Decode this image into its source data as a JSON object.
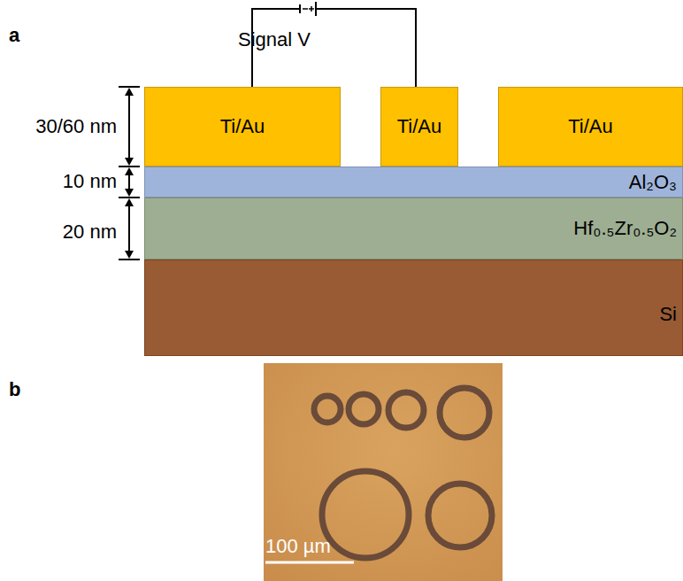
{
  "diagram": {
    "nodes": [
      {
        "text": [
          "Ti/Au"
        ]
      },
      {
        "text": [
          "Ti/Au"
        ]
      },
      {
        "text": [
          "Ti/Au"
        ]
      },
      {
        "text": [
          "Al₂O₃"
        ]
      },
      {
        "text": [
          "Hf₀.₅Zr₀.₅O₂"
        ]
      },
      {
        "text": [
          "Si"
        ]
      }
    ],
    "labels": [
      "a",
      "Signal V",
      "30/60 nm",
      "10 nm",
      "20 nm",
      "b",
      "100 µm"
    ]
  }
}
